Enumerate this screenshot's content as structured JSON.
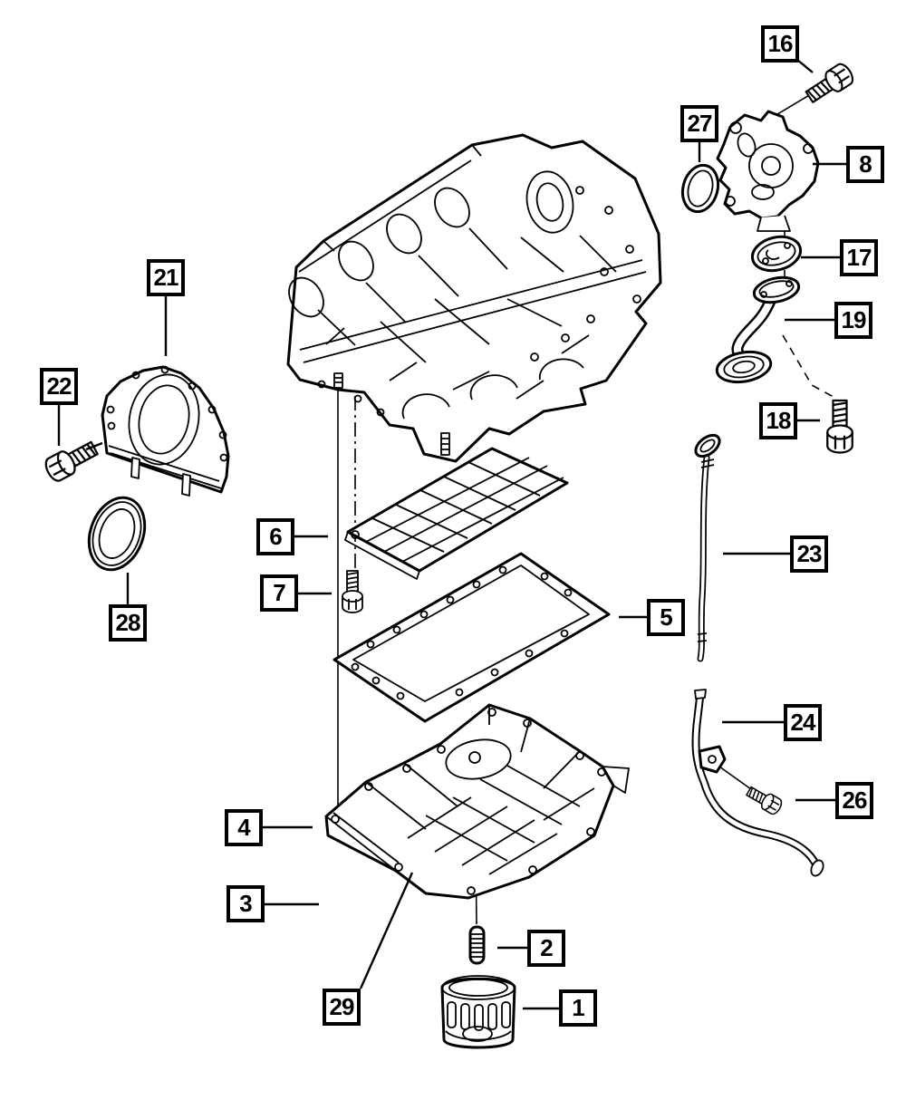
{
  "diagram": {
    "kind": "exploded-parts-diagram",
    "subject": "engine block, oil pan, oil pump and oil filter",
    "background_color": "#ffffff",
    "line_color": "#000000"
  },
  "callouts": [
    {
      "label": "1",
      "part": "oil-filter"
    },
    {
      "label": "2",
      "part": "oil-filter-connector-stud"
    },
    {
      "label": "3",
      "part": "oil-pan-bolt"
    },
    {
      "label": "4",
      "part": "oil-pan"
    },
    {
      "label": "5",
      "part": "oil-pan-gasket"
    },
    {
      "label": "6",
      "part": "windage-tray"
    },
    {
      "label": "7",
      "part": "windage-tray-bolt"
    },
    {
      "label": "8",
      "part": "oil-pump"
    },
    {
      "label": "16",
      "part": "oil-pump-bolt"
    },
    {
      "label": "17",
      "part": "pickup-tube-gasket"
    },
    {
      "label": "18",
      "part": "pickup-tube-bolt"
    },
    {
      "label": "19",
      "part": "oil-pickup-tube"
    },
    {
      "label": "21",
      "part": "rear-seal-retainer"
    },
    {
      "label": "22",
      "part": "retainer-bolt"
    },
    {
      "label": "23",
      "part": "oil-dipstick"
    },
    {
      "label": "24",
      "part": "dipstick-tube"
    },
    {
      "label": "26",
      "part": "dipstick-tube-bolt"
    },
    {
      "label": "27",
      "part": "o-ring-seal"
    },
    {
      "label": "28",
      "part": "crankshaft-rear-seal"
    },
    {
      "label": "29",
      "part": "oil-pan-body"
    }
  ]
}
